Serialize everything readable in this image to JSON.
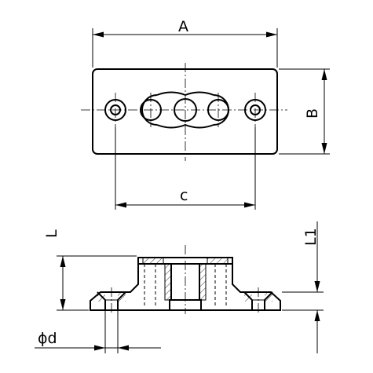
{
  "labels": {
    "A": "A",
    "B": "B",
    "c": "c",
    "L": "L",
    "L1": "L1",
    "d": "ϕd"
  }
}
